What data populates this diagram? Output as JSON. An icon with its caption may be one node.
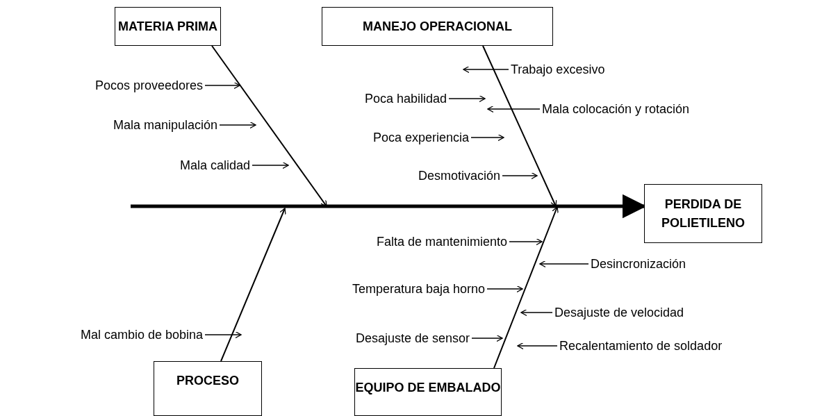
{
  "diagram": {
    "nodes": [
      {
        "text": [
          "MATERIA PRIMA"
        ]
      },
      {
        "text": [
          "MANEJO OPERACIONAL"
        ]
      },
      {
        "text": [
          "PERDIDA DE POLIETILENO"
        ]
      },
      {
        "text": [
          "Pocos proveedores"
        ]
      },
      {
        "text": [
          "Mala manipulación"
        ]
      },
      {
        "text": [
          "Mala calidad"
        ]
      },
      {
        "text": [
          "Trabajo excesivo"
        ]
      },
      {
        "text": [
          "Poca habilidad"
        ]
      },
      {
        "text": [
          "Mala colocación y rotación"
        ]
      },
      {
        "text": [
          "Poca experiencia"
        ]
      },
      {
        "text": [
          "Desmotivación"
        ]
      },
      {
        "text": [
          "Falta de mantenimiento"
        ]
      },
      {
        "text": [
          "Desincronización"
        ]
      },
      {
        "text": [
          "Temperatura baja horno"
        ]
      },
      {
        "text": [
          "Desajuste de velocidad"
        ]
      },
      {
        "text": [
          "Mal cambio de bobina"
        ]
      },
      {
        "text": [
          "Desajuste de sensor"
        ]
      },
      {
        "text": [
          "Recalentamiento de soldador"
        ]
      },
      {
        "text": [
          "PROCESO"
        ]
      },
      {
        "text": [
          "EQUIPO DE EMBALADO"
        ]
      }
    ],
    "edges": [
      {
        "from": null,
        "to": 2,
        "arrow": "to",
        "style": "thick"
      },
      {
        "from": 0,
        "to": null,
        "arrow": "to"
      },
      {
        "from": 1,
        "to": null,
        "arrow": "to"
      },
      {
        "from": 18,
        "to": null,
        "arrow": "to"
      },
      {
        "from": 19,
        "to": null,
        "arrow": "to"
      },
      {
        "from": 3,
        "to": null,
        "arrow": "to"
      },
      {
        "from": 4,
        "to": null,
        "arrow": "to"
      },
      {
        "from": 5,
        "to": null,
        "arrow": "to"
      },
      {
        "from": 6,
        "to": null,
        "arrow": "to"
      },
      {
        "from": 7,
        "to": null,
        "arrow": "to"
      },
      {
        "from": 8,
        "to": null,
        "arrow": "to"
      },
      {
        "from": 9,
        "to": null,
        "arrow": "to"
      },
      {
        "from": 10,
        "to": null,
        "arrow": "to"
      },
      {
        "from": 11,
        "to": null,
        "arrow": "to"
      },
      {
        "from": 12,
        "to": null,
        "arrow": "to"
      },
      {
        "from": 13,
        "to": null,
        "arrow": "to"
      },
      {
        "from": 14,
        "to": null,
        "arrow": "to"
      },
      {
        "from": 15,
        "to": null,
        "arrow": "to"
      },
      {
        "from": 16,
        "to": null,
        "arrow": "to"
      },
      {
        "from": 17,
        "to": null,
        "arrow": "to"
      }
    ]
  }
}
